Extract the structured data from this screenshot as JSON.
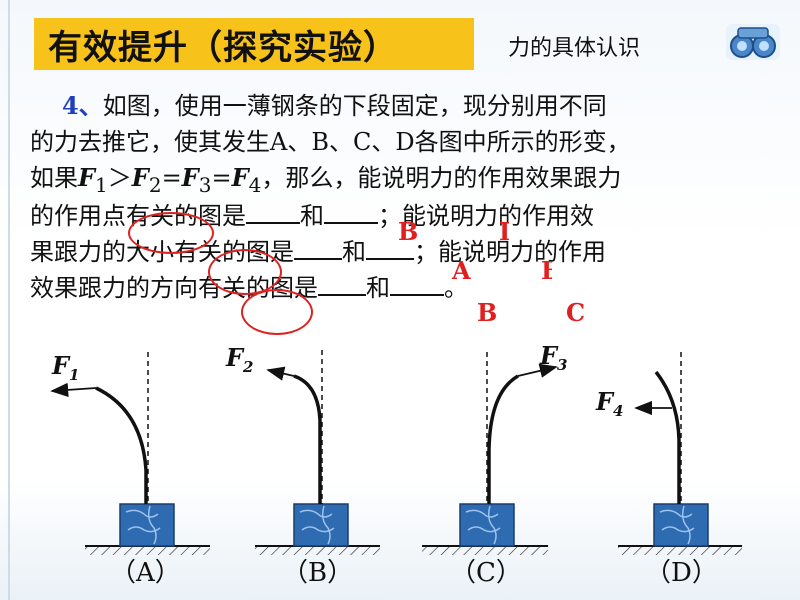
{
  "header": {
    "title": "有效提升（探究实验）",
    "subtitle": "力的具体认识",
    "logo_icon": "binoculars-icon"
  },
  "question": {
    "number": "4",
    "sep": "、",
    "line1_rest": "如图，使用一薄钢条的下段固定，现分别用不同",
    "line2": "的力去推它，使其发生A、B、C、D各图中所示的形变，",
    "line3_pre": "如果",
    "f1": "F",
    "s1": "1",
    "gt": "＞",
    "f2": "F",
    "s2": "2",
    "eq1": "=",
    "f3": "F",
    "s3": "3",
    "eq2": "=",
    "f4": "F",
    "s4": "4",
    "line3_post": "，那么，能说明力的作用效果跟力",
    "line4_pre": "的作用点有关的图是",
    "line4_mid": "和",
    "line4_post": "；能说明力的作用效",
    "line5_pre": "果跟力的大小有关的图是",
    "line5_mid": "和",
    "line5_post": "；能说明力的作用",
    "line6_pre": "效果跟力的方向有关的图是",
    "line6_mid": "和",
    "line6_post": "。"
  },
  "answers": {
    "point_second": "B",
    "point_first_partial": "D",
    "size_second": "A",
    "size_first_partial": "B",
    "direction_second": "B",
    "direction_first": "C"
  },
  "figures": [
    {
      "label": "（A）",
      "force_letter": "F",
      "force_sub": "1"
    },
    {
      "label": "（B）",
      "force_letter": "F",
      "force_sub": "2"
    },
    {
      "label": "（C）",
      "force_letter": "F",
      "force_sub": "3"
    },
    {
      "label": "（D）",
      "force_letter": "F",
      "force_sub": "4"
    }
  ],
  "colors": {
    "title_bg": "#f7c21a",
    "answer": "#e02020",
    "question_number": "#1f3fbf",
    "block": "#2f6bb0"
  }
}
